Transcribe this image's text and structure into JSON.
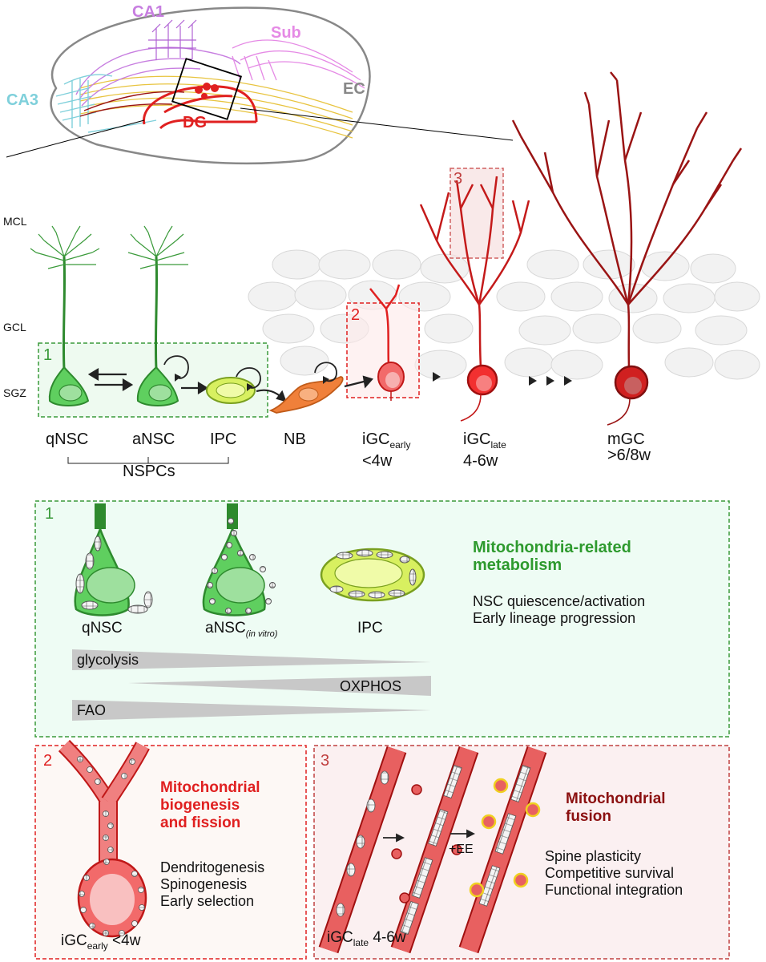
{
  "hippocampus": {
    "regions": {
      "ca1": "CA1",
      "sub": "Sub",
      "ca3": "CA3",
      "ec": "EC",
      "dg": "DG"
    },
    "colors": {
      "ca1": "#c77ee0",
      "sub": "#e58ae5",
      "ca3": "#7fd0db",
      "ec": "#888888",
      "dg": "#e02020",
      "yellow": "#e8c440"
    }
  },
  "layers": {
    "mcl": "MCL",
    "gcl": "GCL",
    "sgz": "SGZ"
  },
  "stages": {
    "qnsc": "qNSC",
    "ansc": "aNSC",
    "ipc": "IPC",
    "nspcs": "NSPCs",
    "nb": "NB",
    "igc_early": {
      "main": "iGC",
      "sub": "early",
      "age": "<4w"
    },
    "igc_late": {
      "main": "iGC",
      "sub": "late",
      "age": "4-6w"
    },
    "mgc": {
      "main": "mGC",
      "age": ">6/8w"
    }
  },
  "box_numbers": {
    "one": "1",
    "two": "2",
    "three": "3"
  },
  "panel1": {
    "cells": {
      "qnsc": "qNSC",
      "ansc": "aNSC",
      "ansc_note": "(in vitro)",
      "ipc": "IPC"
    },
    "metabolism": {
      "glycolysis": "glycolysis",
      "oxphos": "OXPHOS",
      "fao": "FAO"
    },
    "title_line1": "Mitochondria-related",
    "title_line2": "metabolism",
    "desc_line1": "NSC quiescence/activation",
    "desc_line2": "Early lineage progression"
  },
  "panel2": {
    "title_line1": "Mitochondrial",
    "title_line2": "biogenesis",
    "title_line3": "and fission",
    "desc_line1": "Dendritogenesis",
    "desc_line2": "Spinogenesis",
    "desc_line3": "Early selection",
    "label": {
      "main": "iGC",
      "sub": "early",
      "age": "<4w"
    }
  },
  "panel3": {
    "title_line1": "Mitochondrial",
    "title_line2": "fusion",
    "ee": "+EE",
    "desc_line1": "Spine plasticity",
    "desc_line2": "Competitive survival",
    "desc_line3": "Functional integration",
    "label": {
      "main": "iGC",
      "sub": "late",
      "age": "4-6w"
    }
  },
  "palette": {
    "green": "#2e9a2e",
    "green_fill": "#5fcf5f",
    "lime": "#d8f060",
    "orange": "#f0803a",
    "red": "#e02020",
    "dark_red": "#9a1414",
    "panel1_bg": "#eefcf4",
    "panel2_bg": "#fdf8f5",
    "panel3_bg": "#fbf0f1"
  }
}
